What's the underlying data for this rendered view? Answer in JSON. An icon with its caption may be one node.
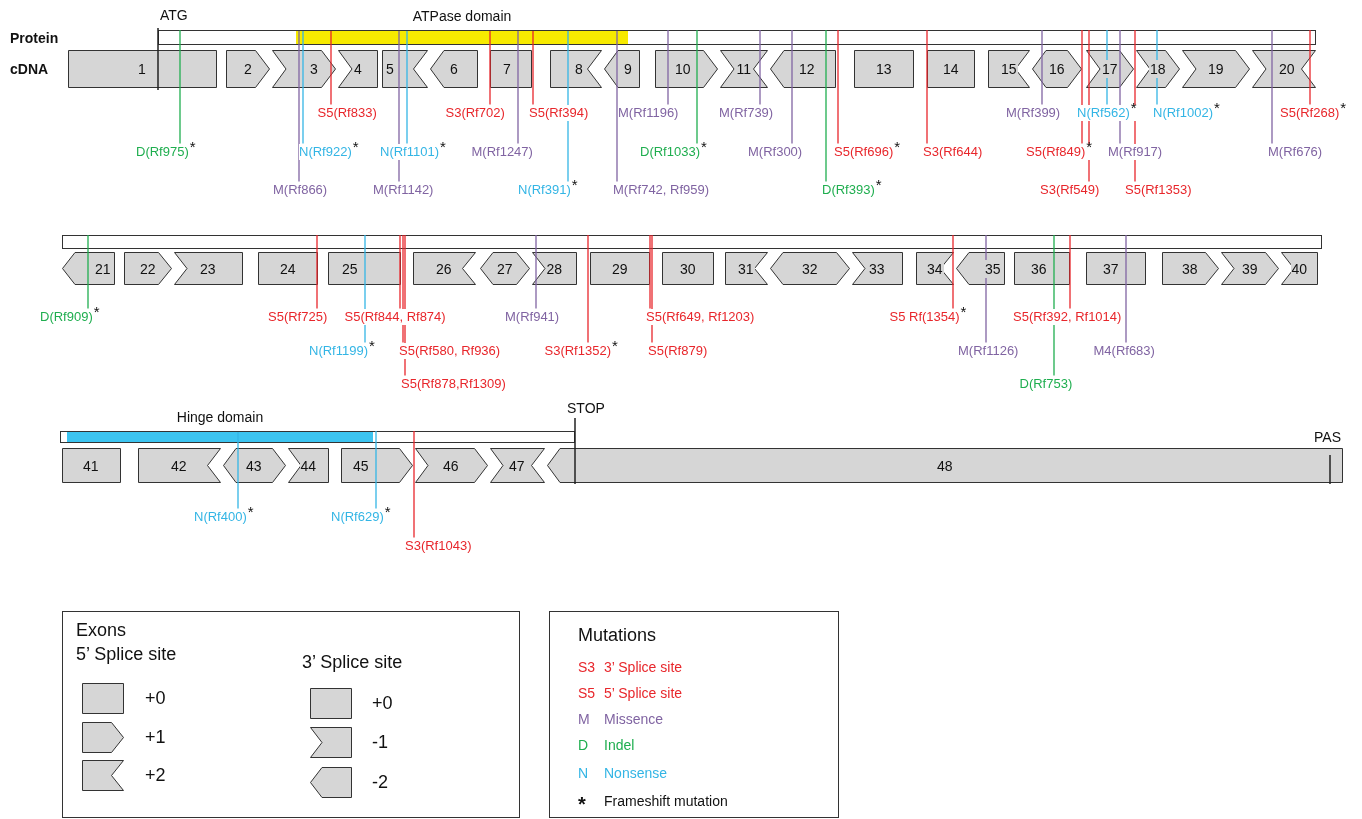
{
  "diagram": {
    "nodes": [
      {
        "text": [],
        "shape": "bar"
      },
      {
        "text": [
          "ATPase domain"
        ],
        "in": 0
      },
      {
        "text": [
          "1"
        ]
      },
      {
        "text": [
          "2"
        ]
      },
      {
        "text": [
          "3"
        ]
      },
      {
        "text": [
          "4"
        ]
      },
      {
        "text": [
          "5"
        ]
      },
      {
        "text": [
          "6"
        ]
      },
      {
        "text": [
          "7"
        ]
      },
      {
        "text": [
          "8"
        ]
      },
      {
        "text": [
          "9"
        ]
      },
      {
        "text": [
          "10"
        ]
      },
      {
        "text": [
          "11"
        ]
      },
      {
        "text": [
          "12"
        ]
      },
      {
        "text": [
          "13"
        ]
      },
      {
        "text": [
          "14"
        ]
      },
      {
        "text": [
          "15"
        ]
      },
      {
        "text": [
          "16"
        ]
      },
      {
        "text": [
          "17"
        ]
      },
      {
        "text": [
          "18"
        ]
      },
      {
        "text": [
          "19"
        ]
      },
      {
        "text": [
          "20"
        ]
      },
      {
        "text": [
          "S5(Rf833)"
        ]
      },
      {
        "text": [
          "S3(Rf702)"
        ]
      },
      {
        "text": [
          "S5(Rf394)"
        ]
      },
      {
        "text": [
          "M(Rf1196)"
        ]
      },
      {
        "text": [
          "M(Rf739)"
        ]
      },
      {
        "text": [
          "M(Rf399)"
        ]
      },
      {
        "text": [
          "N(Rf562)$^{*}$"
        ]
      },
      {
        "text": [
          "N(Rf1002)$^{*}$"
        ]
      },
      {
        "text": [
          "S5(Rf268)$^{*}$"
        ]
      },
      {
        "text": [
          "D(Rf975)$^{*}$"
        ]
      },
      {
        "text": [
          "N(Rf922)$^{*}$"
        ]
      },
      {
        "text": [
          "N(Rf1101)$^{*}$"
        ]
      },
      {
        "text": [
          "M(Rf1247)"
        ]
      },
      {
        "text": [
          "D(Rf1033)$^{*}$"
        ]
      },
      {
        "text": [
          "M(Rf300)"
        ]
      },
      {
        "text": [
          "S5(Rf696)$^{*}$"
        ]
      },
      {
        "text": [
          "S3(Rf644)"
        ]
      },
      {
        "text": [
          "S5(Rf849)$^{*}$"
        ]
      },
      {
        "text": [
          "M(Rf917)"
        ]
      },
      {
        "text": [
          "M(Rf676)"
        ]
      },
      {
        "text": [
          "M(Rf866)"
        ]
      },
      {
        "text": [
          "M(Rf1142)"
        ]
      },
      {
        "text": [
          "N(Rf391)$^{*}$"
        ]
      },
      {
        "text": [
          "M(Rf742, Rf959)"
        ]
      },
      {
        "text": [
          "D(Rf393)$^{*}$"
        ]
      },
      {
        "text": [
          "S3(Rf549)"
        ]
      },
      {
        "text": [
          "S5(Rf1353)"
        ]
      },
      {
        "text": [],
        "shape": "bar"
      },
      {
        "text": [
          "21"
        ]
      },
      {
        "text": [
          "22"
        ]
      },
      {
        "text": [
          "23"
        ]
      },
      {
        "text": [
          "24"
        ]
      },
      {
        "text": [
          "25"
        ]
      },
      {
        "text": [
          "26"
        ]
      },
      {
        "text": [
          "27"
        ]
      },
      {
        "text": [
          "28"
        ]
      },
      {
        "text": [
          "29"
        ]
      },
      {
        "text": [
          "30"
        ]
      },
      {
        "text": [
          "31"
        ]
      },
      {
        "text": [
          "32"
        ]
      },
      {
        "text": [
          "33"
        ]
      },
      {
        "text": [
          "34"
        ]
      },
      {
        "text": [
          "35"
        ]
      },
      {
        "text": [
          "36"
        ]
      },
      {
        "text": [
          "37"
        ]
      },
      {
        "text": [
          "38"
        ]
      },
      {
        "text": [
          "39"
        ]
      },
      {
        "text": [
          "40"
        ]
      },
      {
        "text": [
          "D(Rf909)$^{*}$"
        ]
      },
      {
        "text": [
          "S5(Rf725)"
        ]
      },
      {
        "text": [
          "S5(Rf844, Rf874)"
        ]
      },
      {
        "text": [
          "M(Rf941)"
        ]
      },
      {
        "text": [
          "S5(Rf649, Rf1203)"
        ]
      },
      {
        "text": [
          "S5 Rf(1354)$^{*}$"
        ]
      },
      {
        "text": [
          "S5(Rf392, Rf1014)"
        ]
      },
      {
        "text": [
          "N(Rf1199)$^{*}$"
        ]
      },
      {
        "text": [
          "S5(Rf580, Rf936)"
        ]
      },
      {
        "text": [
          "S3(Rf1352)$^{*}$"
        ]
      },
      {
        "text": [
          "S5(Rf879)"
        ]
      },
      {
        "text": [
          "M(Rf1126)"
        ]
      },
      {
        "text": [
          "M4(Rf683)"
        ]
      },
      {
        "text": [
          "S5(Rf878,Rf1309)"
        ]
      },
      {
        "text": [
          "D(Rf753)"
        ]
      },
      {
        "text": [],
        "shape": "bar"
      },
      {
        "text": [
          "Hinge domain"
        ],
        "in": 85
      },
      {
        "text": [
          "41"
        ]
      },
      {
        "text": [
          "42"
        ]
      },
      {
        "text": [
          "43"
        ]
      },
      {
        "text": [
          "44"
        ]
      },
      {
        "text": [
          "45"
        ]
      },
      {
        "text": [
          "46"
        ]
      },
      {
        "text": [
          "47"
        ]
      },
      {
        "text": [
          "48"
        ]
      },
      {
        "text": [
          "N(Rf400)$^{*}$"
        ]
      },
      {
        "text": [
          "N(Rf629)$^{*}$"
        ]
      },
      {
        "text": [
          "S3(Rf1043)"
        ]
      }
    ],
    "edges": [
      {
        "from": 22,
        "to": 1,
        "arrow": "none",
        "color": "#e8262b"
      },
      {
        "from": 23,
        "to": 1,
        "arrow": "none",
        "color": "#e8262b"
      },
      {
        "from": 24,
        "to": 1,
        "arrow": "none",
        "color": "#e8262b"
      },
      {
        "from": 25,
        "to": 0,
        "arrow": "none",
        "color": "#8064a2"
      },
      {
        "from": 26,
        "to": 0,
        "arrow": "none",
        "color": "#8064a2"
      },
      {
        "from": 27,
        "to": 0,
        "arrow": "none",
        "color": "#8064a2"
      },
      {
        "from": 28,
        "to": 0,
        "arrow": "none",
        "color": "#33b5e5"
      },
      {
        "from": 29,
        "to": 0,
        "arrow": "none",
        "color": "#33b5e5"
      },
      {
        "from": 30,
        "to": 0,
        "arrow": "none",
        "color": "#e8262b"
      },
      {
        "from": 31,
        "to": 0,
        "arrow": "none",
        "color": "#1fae4f"
      },
      {
        "from": 32,
        "to": 1,
        "arrow": "none",
        "color": "#33b5e5"
      },
      {
        "from": 33,
        "to": 1,
        "arrow": "none",
        "color": "#33b5e5"
      },
      {
        "from": 34,
        "to": 1,
        "arrow": "none",
        "color": "#8064a2"
      },
      {
        "from": 35,
        "to": 0,
        "arrow": "none",
        "color": "#1fae4f"
      },
      {
        "from": 36,
        "to": 0,
        "arrow": "none",
        "color": "#8064a2"
      },
      {
        "from": 37,
        "to": 0,
        "arrow": "none",
        "color": "#e8262b"
      },
      {
        "from": 38,
        "to": 0,
        "arrow": "none",
        "color": "#e8262b"
      },
      {
        "from": 39,
        "to": 0,
        "arrow": "none",
        "color": "#e8262b"
      },
      {
        "from": 40,
        "to": 0,
        "arrow": "none",
        "color": "#8064a2"
      },
      {
        "from": 41,
        "to": 0,
        "arrow": "none",
        "color": "#8064a2"
      },
      {
        "from": 42,
        "to": 1,
        "arrow": "none",
        "color": "#8064a2"
      },
      {
        "from": 43,
        "to": 1,
        "arrow": "none",
        "color": "#8064a2"
      },
      {
        "from": 44,
        "to": 1,
        "arrow": "none",
        "color": "#33b5e5"
      },
      {
        "from": 45,
        "to": 1,
        "arrow": "none",
        "color": "#8064a2"
      },
      {
        "from": 46,
        "to": 0,
        "arrow": "none",
        "color": "#1fae4f"
      },
      {
        "from": 47,
        "to": 0,
        "arrow": "none",
        "color": "#e8262b"
      },
      {
        "from": 48,
        "to": 0,
        "arrow": "none",
        "color": "#e8262b"
      },
      {
        "from": 70,
        "to": 49,
        "arrow": "none",
        "color": "#1fae4f"
      },
      {
        "from": 71,
        "to": 49,
        "arrow": "none",
        "color": "#e8262b"
      },
      {
        "from": 72,
        "to": 49,
        "arrow": "none",
        "color": "#e8262b"
      },
      {
        "from": 73,
        "to": 49,
        "arrow": "none",
        "color": "#8064a2"
      },
      {
        "from": 74,
        "to": 49,
        "arrow": "none",
        "color": "#e8262b"
      },
      {
        "from": 75,
        "to": 49,
        "arrow": "none",
        "color": "#e8262b"
      },
      {
        "from": 76,
        "to": 49,
        "arrow": "none",
        "color": "#e8262b"
      },
      {
        "from": 77,
        "to": 49,
        "arrow": "none",
        "color": "#33b5e5"
      },
      {
        "from": 78,
        "to": 49,
        "arrow": "none",
        "color": "#e8262b"
      },
      {
        "from": 79,
        "to": 49,
        "arrow": "none",
        "color": "#e8262b"
      },
      {
        "from": 80,
        "to": 49,
        "arrow": "none",
        "color": "#e8262b"
      },
      {
        "from": 81,
        "to": 49,
        "arrow": "none",
        "color": "#8064a2"
      },
      {
        "from": 82,
        "to": 49,
        "arrow": "none",
        "color": "#8064a2"
      },
      {
        "from": 83,
        "to": 49,
        "arrow": "none",
        "color": "#e8262b"
      },
      {
        "from": 84,
        "to": 49,
        "arrow": "none",
        "color": "#1fae4f"
      },
      {
        "from": 95,
        "to": 86,
        "arrow": "none",
        "color": "#33b5e5"
      },
      {
        "from": 96,
        "to": 85,
        "arrow": "none",
        "color": "#33b5e5"
      },
      {
        "from": 97,
        "to": 85,
        "arrow": "none",
        "color": "#e8262b"
      }
    ],
    "labels": [
      "ATG",
      "Protein",
      "cDNA",
      "STOP",
      "PAS",
      "Exons",
      "5’ Splice site",
      "3’ Splice site",
      "Mutations"
    ],
    "legend": [
      {
        "text": "+0"
      },
      {
        "text": "+1"
      },
      {
        "text": "+2"
      },
      {
        "text": "+0"
      },
      {
        "text": "-1"
      },
      {
        "text": "-2"
      },
      {
        "text": "S3 3’ Splice site",
        "color": "#e8262b"
      },
      {
        "text": "S5 5’ Splice site",
        "color": "#e8262b"
      },
      {
        "text": "M Missence",
        "color": "#8064a2"
      },
      {
        "text": "D Indel",
        "color": "#1fae4f"
      },
      {
        "text": "N Nonsense",
        "color": "#33b5e5"
      },
      {
        "text": "* Frameshift mutation"
      }
    ]
  }
}
